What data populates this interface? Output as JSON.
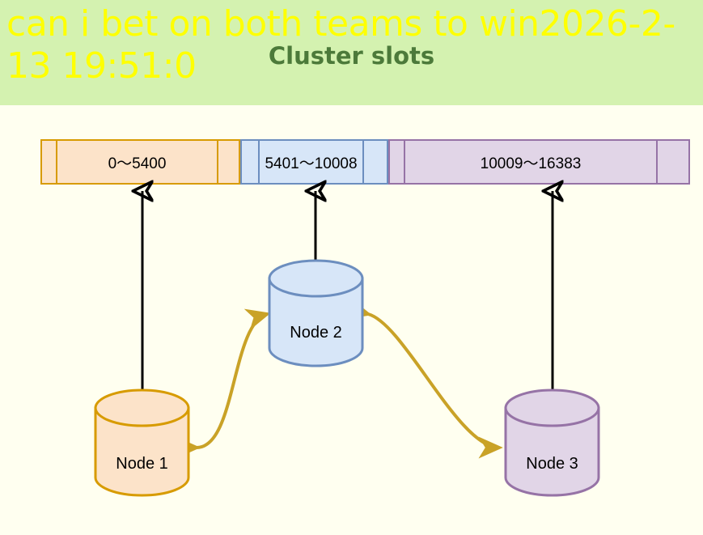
{
  "header": {
    "overlay_caption": "can i bet on both teams to win2026-2-13 19:51:0",
    "caption_color": "#FFFF00",
    "banner_color": "#D4F2B0",
    "title": "Cluster slots",
    "title_color": "#4C7A3A"
  },
  "canvas": {
    "background": "#FFFFF0"
  },
  "slot_bar": {
    "segments": [
      {
        "label": "0～5400",
        "range_start": 0,
        "range_end": 5400,
        "fill": "#FCE3C9",
        "stroke": "#D79B00",
        "node": "Node 1"
      },
      {
        "label": "5401～10008",
        "range_start": 5401,
        "range_end": 10008,
        "fill": "#D7E6F8",
        "stroke": "#6C8EBF",
        "node": "Node 2"
      },
      {
        "label": "10009～16383",
        "range_start": 10009,
        "range_end": 16383,
        "fill": "#E1D5E7",
        "stroke": "#9673A6",
        "node": "Node 3"
      }
    ]
  },
  "nodes": [
    {
      "label": "Node 1",
      "fill": "#FCE3C9",
      "stroke": "#D79B00"
    },
    {
      "label": "Node 2",
      "fill": "#D7E6F8",
      "stroke": "#6C8EBF"
    },
    {
      "label": "Node 3",
      "fill": "#E1D5E7",
      "stroke": "#9673A6"
    }
  ],
  "connectors": {
    "slot_arrow_color": "#000000",
    "node_link_color": "#C9A227",
    "slot_arrows": [
      {
        "from": "Node 1",
        "to": "0～5400"
      },
      {
        "from": "Node 2",
        "to": "5401～10008"
      },
      {
        "from": "Node 3",
        "to": "10009～16383"
      }
    ],
    "node_links": [
      {
        "between": [
          "Node 1",
          "Node 2"
        ],
        "bidirectional": true
      },
      {
        "between": [
          "Node 2",
          "Node 3"
        ],
        "bidirectional": true
      }
    ]
  }
}
